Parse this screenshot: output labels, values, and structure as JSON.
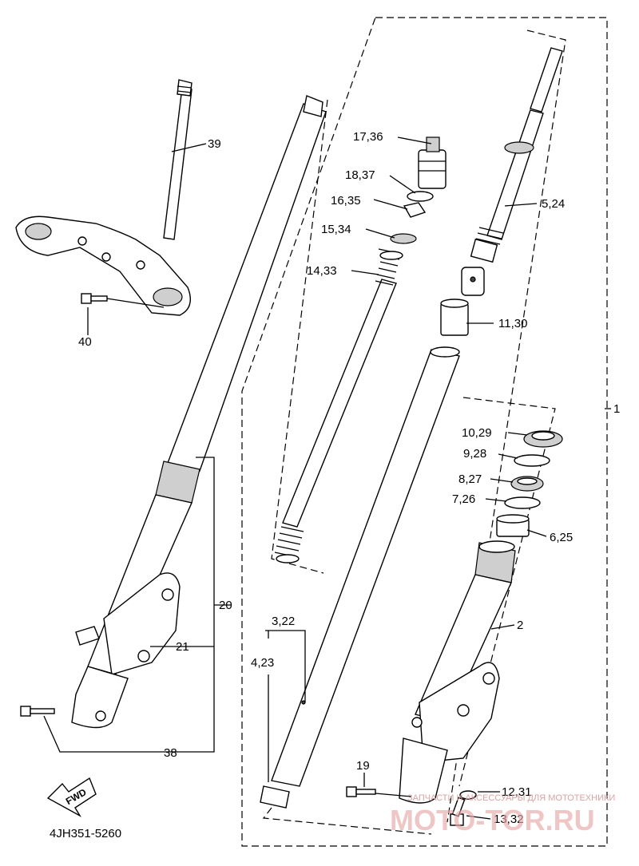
{
  "diagram": {
    "part_labels": {
      "p39": "39",
      "p40": "40",
      "p17_36": "17,36",
      "p18_37": "18,37",
      "p16_35": "16,35",
      "p15_34": "15,34",
      "p14_33": "14,33",
      "p5_24": "5,24",
      "p11_30": "11,30",
      "p1": "1",
      "p10_29": "10,29",
      "p9_28": "9,28",
      "p8_27": "8,27",
      "p7_26": "7,26",
      "p6_25": "6,25",
      "p20": "20",
      "p21": "21",
      "p2": "2",
      "p3_22": "3,22",
      "p4_23": "4,23",
      "p38": "38",
      "p19": "19",
      "p12_31": "12,31",
      "p13_32": "13,32"
    },
    "catalog_code": "4JH351-5260",
    "fwd_marker": "FWD",
    "watermark_tagline": "ЗАПЧАСТИ И АКСЕССУАРЫ ДЛЯ МОТОТЕХНИКИ",
    "watermark_site": "MOTO-TOR.RU"
  }
}
